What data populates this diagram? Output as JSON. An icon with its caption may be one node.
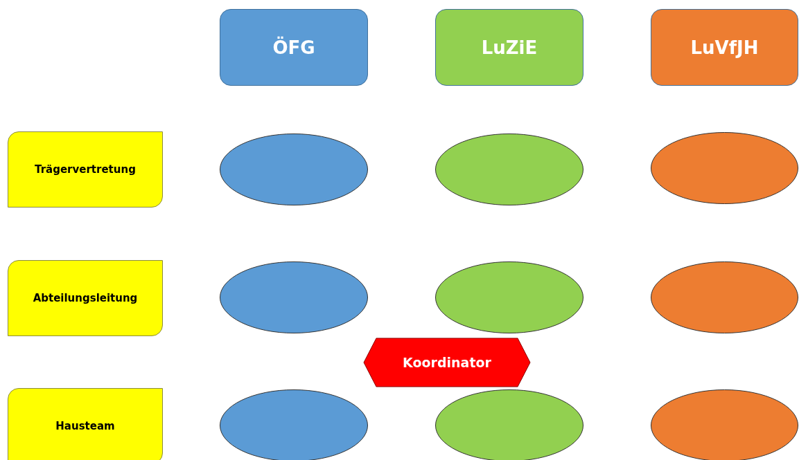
{
  "diagram": {
    "nodes": [
      {
        "text": [
          "ÖFG"
        ]
      },
      {
        "text": [
          "LuZiE"
        ]
      },
      {
        "text": [
          "LuVfJH"
        ]
      },
      {
        "text": [
          "Trägervertretung"
        ]
      },
      {
        "text": [],
        "shape": "ellipse"
      },
      {
        "text": [],
        "shape": "ellipse"
      },
      {
        "text": [],
        "shape": "ellipse"
      },
      {
        "text": [
          "Abteilungsleitung"
        ]
      },
      {
        "text": [],
        "shape": "ellipse"
      },
      {
        "text": [],
        "shape": "ellipse"
      },
      {
        "text": [],
        "shape": "ellipse"
      },
      {
        "text": [
          "Koordinator"
        ]
      },
      {
        "text": [
          "Hausteam"
        ]
      },
      {
        "text": [],
        "shape": "ellipse"
      },
      {
        "text": [],
        "shape": "ellipse"
      },
      {
        "text": [],
        "shape": "ellipse"
      }
    ]
  }
}
